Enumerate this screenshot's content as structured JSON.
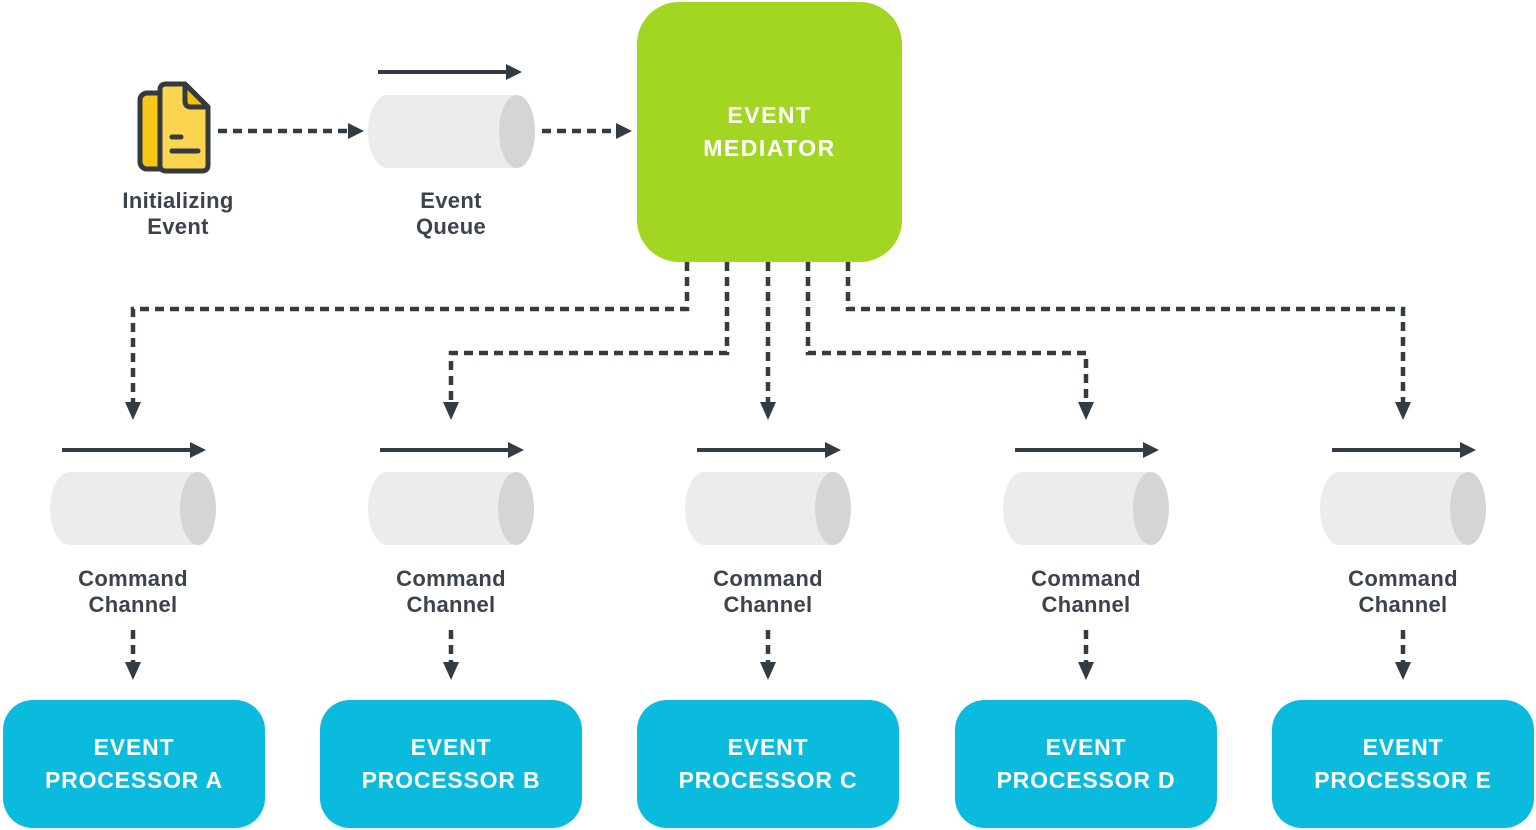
{
  "colors": {
    "background": "#FFFFFF",
    "mediator_green": "#A3D523",
    "processor_cyan": "#0ABBDD",
    "arrow_dark": "#333B43",
    "label_text": "#3C434D",
    "box_text": "#FFFFFF",
    "cylinder_body": "#ECECEC",
    "cylinder_cap": "#D5D5D5",
    "document_yellow": "#FBD54F",
    "document_yellow_dark": "#F8C715",
    "document_fold": "#F6BF0E",
    "document_outline": "#343A40"
  },
  "nodes": {
    "initializing_event": {
      "line1": "Initializing",
      "line2": "Event"
    },
    "event_queue": {
      "line1": "Event",
      "line2": "Queue"
    },
    "event_mediator": {
      "line1": "EVENT",
      "line2": "MEDIATOR"
    }
  },
  "channels": [
    {
      "line1": "Command",
      "line2": "Channel"
    },
    {
      "line1": "Command",
      "line2": "Channel"
    },
    {
      "line1": "Command",
      "line2": "Channel"
    },
    {
      "line1": "Command",
      "line2": "Channel"
    },
    {
      "line1": "Command",
      "line2": "Channel"
    }
  ],
  "processors": [
    {
      "line1": "EVENT",
      "line2": "PROCESSOR A"
    },
    {
      "line1": "EVENT",
      "line2": "PROCESSOR B"
    },
    {
      "line1": "EVENT",
      "line2": "PROCESSOR C"
    },
    {
      "line1": "EVENT",
      "line2": "PROCESSOR D"
    },
    {
      "line1": "EVENT",
      "line2": "PROCESSOR E"
    }
  ]
}
